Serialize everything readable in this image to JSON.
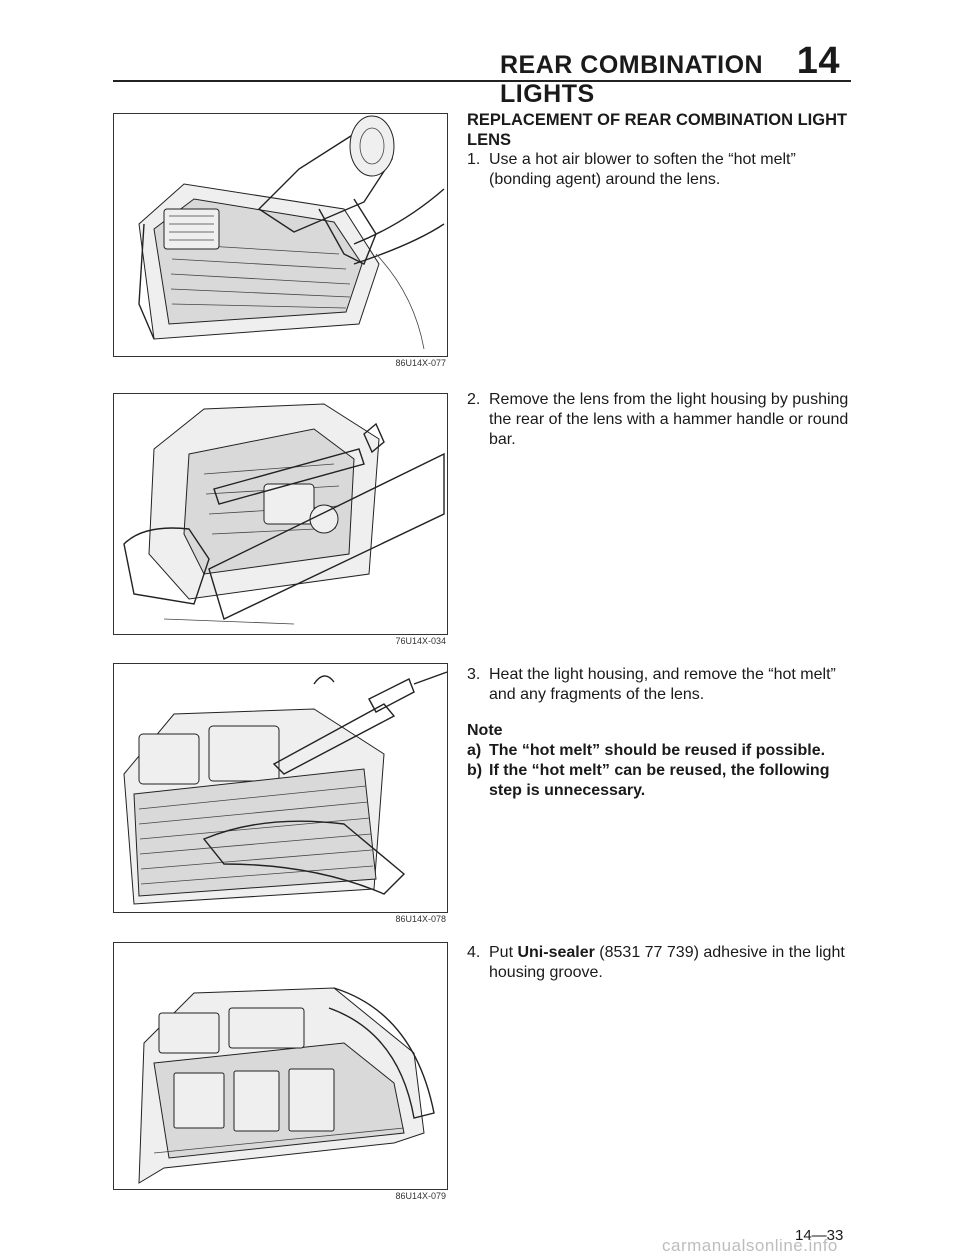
{
  "header": {
    "title": "REAR COMBINATION LIGHTS",
    "chapter": "14"
  },
  "figures": [
    {
      "code": "86U14X-077"
    },
    {
      "code": "76U14X-034"
    },
    {
      "code": "86U14X-078"
    },
    {
      "code": "86U14X-079"
    }
  ],
  "content": {
    "heading": "REPLACEMENT OF REAR COMBINATION LIGHT LENS",
    "steps": [
      {
        "num": "1.",
        "text": "Use a hot air blower to soften the “hot melt” (bonding agent) around the lens."
      },
      {
        "num": "2.",
        "text": "Remove the lens from the light housing by pushing the rear of the lens with a hammer handle or round bar."
      },
      {
        "num": "3.",
        "text": "Heat the light housing, and remove the “hot melt” and any fragments of the lens."
      },
      {
        "num": "4.",
        "text_pre": "Put ",
        "bold": "Uni-sealer",
        "text_post": " (8531 77 739) adhesive in the light housing groove."
      }
    ],
    "note": {
      "label": "Note",
      "items": [
        {
          "num": "a)",
          "text": "The “hot melt” should be reused if possible."
        },
        {
          "num": "b)",
          "text": "If the “hot melt” can be reused, the following step is unnecessary."
        }
      ]
    }
  },
  "footer": {
    "page_number": "14—33",
    "watermark": "carmanualsonline.info"
  }
}
